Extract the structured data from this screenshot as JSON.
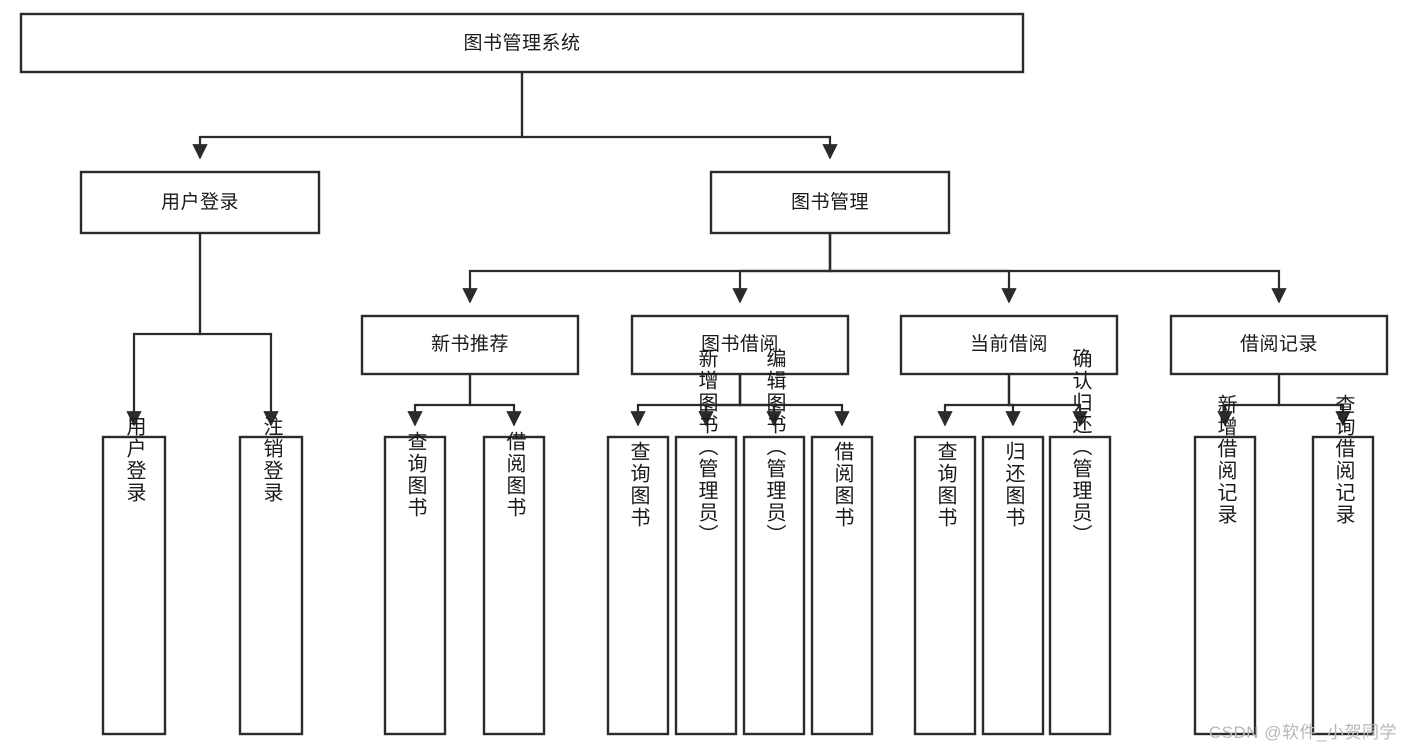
{
  "diagram": {
    "type": "hierarchy-tree",
    "title": "图书管理系统",
    "watermark": "CSDN @软件_小贺同学",
    "colors": {
      "background": "#ffffff",
      "box_stroke": "#2b2b2b",
      "box_fill": "#ffffff",
      "text": "#1a1a1a",
      "watermark": "#b8b8b8"
    },
    "root": {
      "label": "图书管理系统"
    },
    "level2": [
      {
        "label": "用户登录"
      },
      {
        "label": "图书管理"
      }
    ],
    "level3": [
      {
        "label": "新书推荐"
      },
      {
        "label": "图书借阅"
      },
      {
        "label": "当前借阅"
      },
      {
        "label": "借阅记录"
      }
    ],
    "leaves": {
      "user_login": [
        {
          "label": "用户登录"
        },
        {
          "label": "注销登录"
        }
      ],
      "new_book_recommend": [
        {
          "label": "查询图书"
        },
        {
          "label": "借阅图书"
        }
      ],
      "book_borrow": [
        {
          "label": "查询图书"
        },
        {
          "label": "新增图书（管理员）"
        },
        {
          "label": "编辑图书（管理员）"
        },
        {
          "label": "借阅图书"
        }
      ],
      "current_borrow": [
        {
          "label": "查询图书"
        },
        {
          "label": "归还图书"
        },
        {
          "label": "确认归还（管理员）"
        }
      ],
      "borrow_record": [
        {
          "label": "新增借阅记录"
        },
        {
          "label": "查询借阅记录"
        }
      ]
    }
  }
}
